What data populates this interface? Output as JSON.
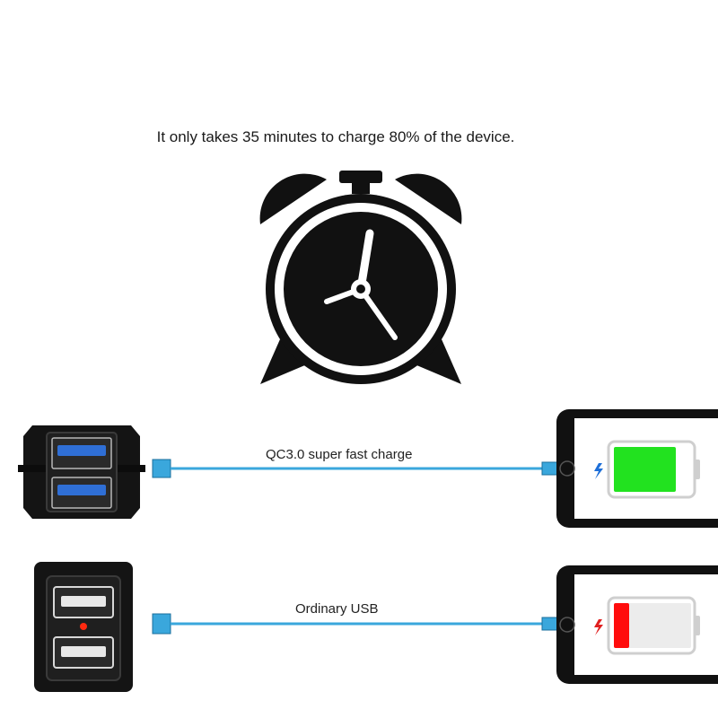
{
  "headline": "It only takes 35 minutes to charge 80% of the device.",
  "qc_row": {
    "label": "QC3.0 super fast charge",
    "battery_level": 0.8,
    "battery_color": "#22e21f",
    "bolt_color": "#1e6fd8",
    "port_accent": "#2f6fd6"
  },
  "standard_row": {
    "label": "Ordinary USB",
    "battery_level": 0.2,
    "battery_color": "#ff0c0c",
    "bolt_color": "#e02020",
    "led_color": "#ff2a10"
  },
  "cable_color": "#3aa7dc",
  "icons": [
    "alarm-clock-icon",
    "usb-qc-port-icon",
    "usb-standard-port-icon",
    "phone-icon",
    "battery-icon",
    "lightning-bolt-icon"
  ]
}
